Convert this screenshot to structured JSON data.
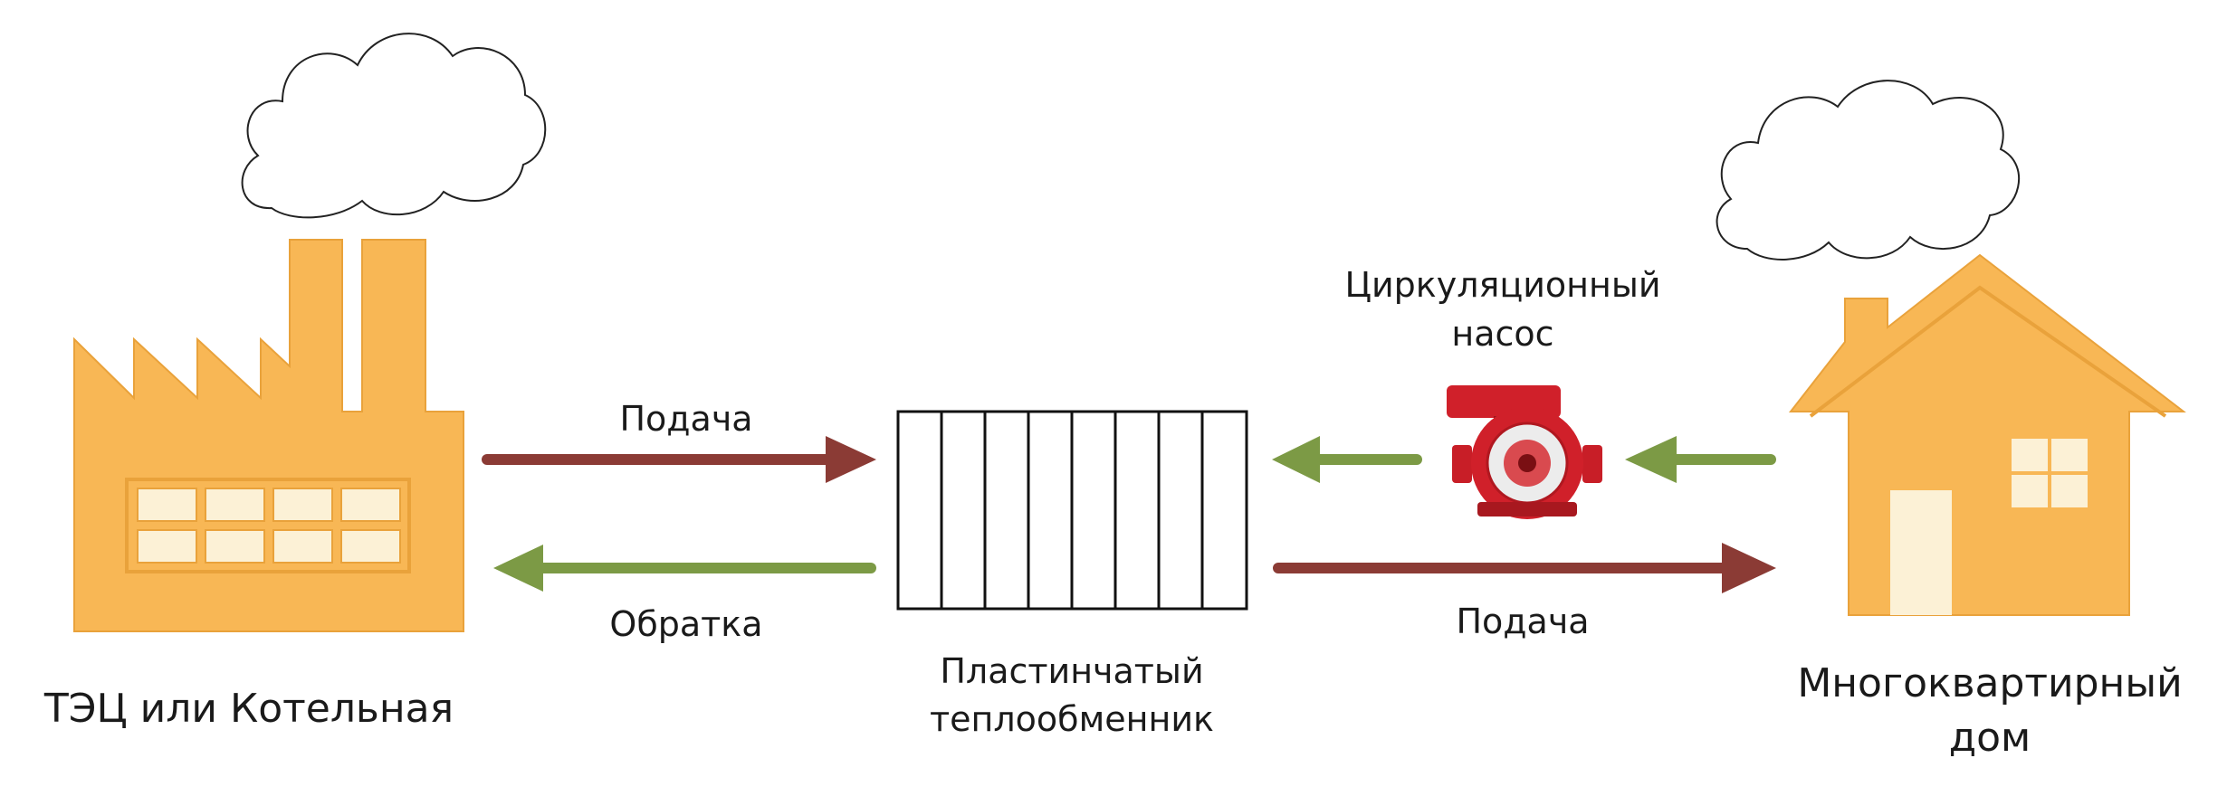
{
  "colors": {
    "building": "#F8B755",
    "building_stroke": "#E9A23B",
    "window": "#FCF1D6",
    "supply_arrow": "#8B3B35",
    "return_arrow": "#7C9A45",
    "pump_body": "#D0202A",
    "exchanger_stroke": "#111111",
    "cloud_stroke": "#222222"
  },
  "labels": {
    "supply_top": "Подача",
    "return_bottom": "Обратка",
    "supply_right": "Подача",
    "plant": "ТЭЦ или Котельная",
    "exchanger_line1": "Пластинчатый",
    "exchanger_line2": "теплообменник",
    "pump_line1": "Циркуляционный",
    "pump_line2": "насос",
    "house_line1": "Многоквартирный",
    "house_line2": "дом"
  },
  "icons": {
    "plant": "factory-icon",
    "house": "house-icon",
    "pump": "circulation-pump-icon",
    "exchanger": "plate-heat-exchanger-icon",
    "smoke": "cloud-icon"
  },
  "edges": [
    {
      "from": "plant",
      "to": "exchanger",
      "label": "Подача",
      "kind": "supply"
    },
    {
      "from": "exchanger",
      "to": "plant",
      "label": "Обратка",
      "kind": "return"
    },
    {
      "from": "exchanger",
      "to": "house",
      "label": "Подача",
      "kind": "supply"
    },
    {
      "from": "house",
      "to": "pump",
      "label": "",
      "kind": "return"
    },
    {
      "from": "pump",
      "to": "exchanger",
      "label": "",
      "kind": "return"
    }
  ]
}
